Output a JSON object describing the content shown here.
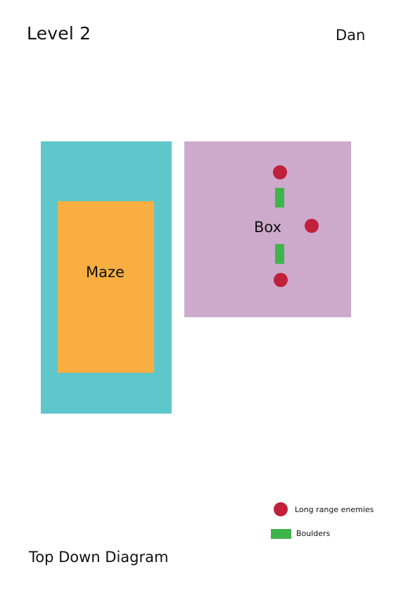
{
  "header": {
    "level_title": "Level 2",
    "author": "Dan"
  },
  "zones": {
    "outer_area": {
      "color": "#5ec7cb"
    },
    "maze": {
      "label": "Maze",
      "color": "#f9ae42"
    },
    "box": {
      "label": "Box",
      "color": "#cdaacc"
    }
  },
  "markers": {
    "enemy_color": "#c0203a",
    "boulder_color": "#3eb54a",
    "long_range_enemy_count": 3,
    "boulder_count": 2
  },
  "legend": {
    "enemy_label": "Long range enemies",
    "boulder_label": "Boulders"
  },
  "footer": {
    "diagram_type": "Top Down Diagram"
  }
}
